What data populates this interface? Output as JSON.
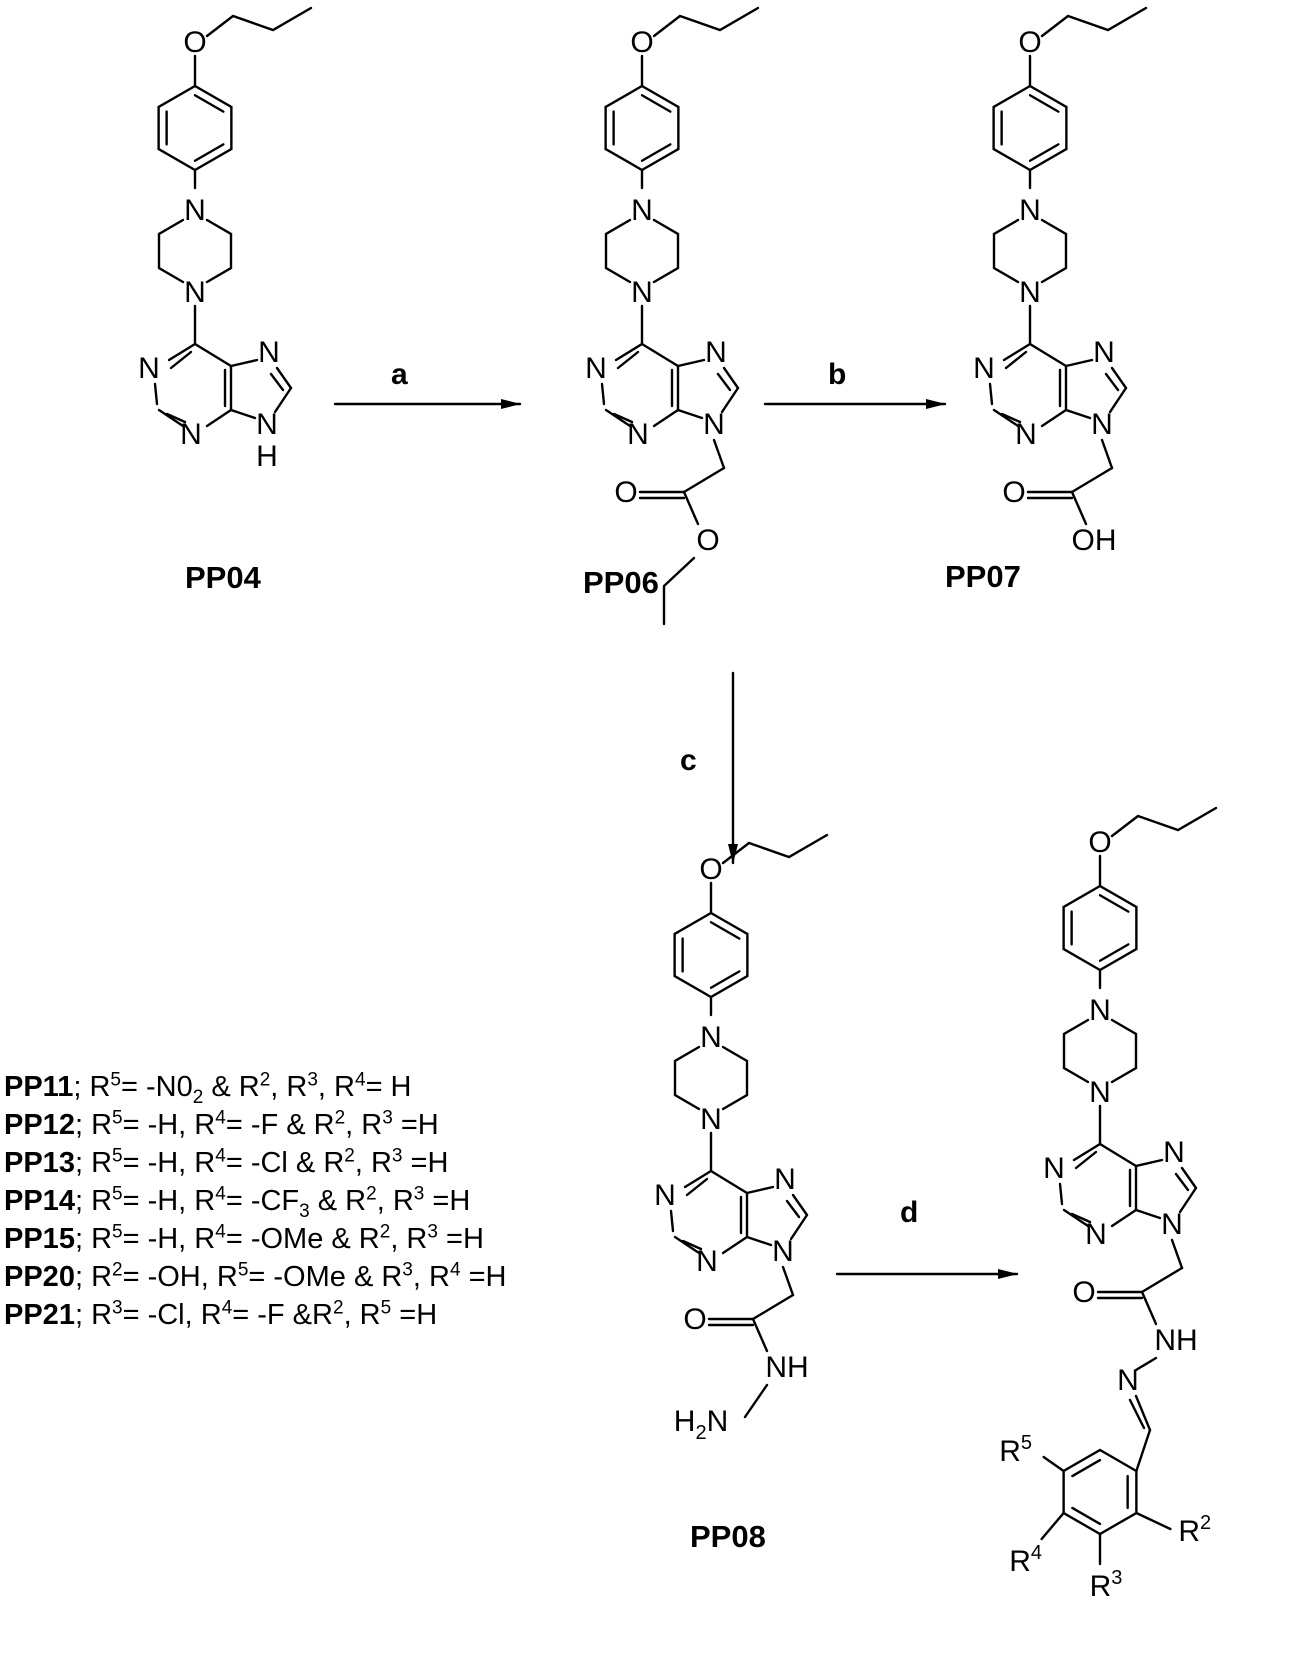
{
  "compounds": {
    "pp04": "PP04",
    "pp06": "PP06",
    "pp07": "PP07",
    "pp08": "PP08"
  },
  "steps": {
    "a": "a",
    "b": "b",
    "c": "c",
    "d": "d"
  },
  "atoms": {
    "o": "O",
    "n": "N",
    "h": "H",
    "oh": "OH",
    "nh": "NH",
    "h2n": "H2N"
  },
  "substituents": {
    "r2": "R2",
    "r3": "R3",
    "r4": "R4",
    "r5": "R5"
  },
  "legend": [
    {
      "id": "PP11",
      "text": "; R5= -N02 & R2, R3, R4= H"
    },
    {
      "id": "PP12",
      "text": "; R5= -H, R4= -F & R2, R3 =H"
    },
    {
      "id": "PP13",
      "text": "; R5= -H, R4= -Cl & R2, R3 =H"
    },
    {
      "id": "PP14",
      "text": "; R5= -H, R4= -CF3 & R2, R3 =H"
    },
    {
      "id": "PP15",
      "text": "; R5= -H, R4= -OMe & R2, R3 =H"
    },
    {
      "id": "PP20",
      "text": "; R2= -OH, R5= -OMe & R3, R4 =H"
    },
    {
      "id": "PP21",
      "text": "; R3= -Cl, R4= -F &R2, R5 =H"
    }
  ]
}
